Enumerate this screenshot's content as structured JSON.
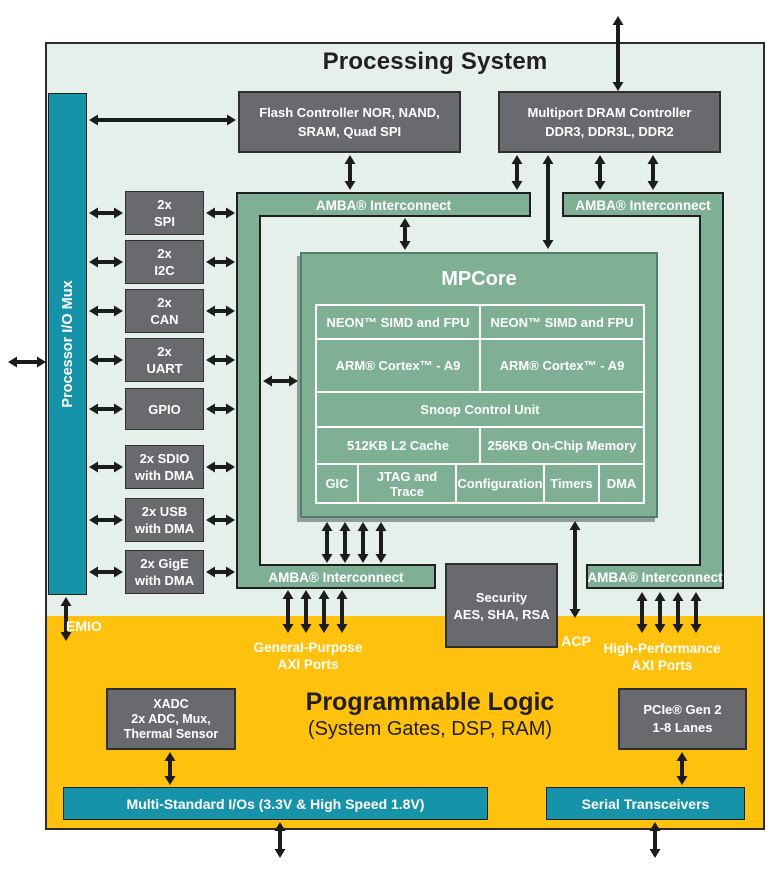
{
  "diagram": {
    "ps": {
      "title": "Processing System"
    },
    "pl": {
      "title": "Programmable Logic",
      "subtitle": "(System Gates, DSP, RAM)"
    },
    "io_mux_label": "Processor I/O Mux",
    "flash_controller": {
      "line1": "Flash Controller NOR, NAND,",
      "line2": "SRAM, Quad SPI"
    },
    "dram_controller": {
      "line1": "Multiport DRAM Controller",
      "line2": "DDR3, DDR3L, DDR2"
    },
    "amba_label": "AMBA® Interconnect",
    "peripherals": [
      {
        "line1": "2x",
        "line2": "SPI"
      },
      {
        "line1": "2x",
        "line2": "I2C"
      },
      {
        "line1": "2x",
        "line2": "CAN"
      },
      {
        "line1": "2x",
        "line2": "UART"
      },
      {
        "line1": "GPIO",
        "line2": ""
      },
      {
        "line1": "2x SDIO",
        "line2": "with DMA"
      },
      {
        "line1": "2x USB",
        "line2": "with DMA"
      },
      {
        "line1": "2x GigE",
        "line2": "with DMA"
      }
    ],
    "mpcore": {
      "title": "MPCore",
      "neon": "NEON™ SIMD and FPU",
      "arm": "ARM® Cortex™ - A9",
      "scu": "Snoop Control Unit",
      "l2": "512KB L2 Cache",
      "ocm": "256KB On-Chip Memory",
      "row": [
        "GIC",
        "JTAG and Trace",
        "Configuration",
        "Timers",
        "DMA"
      ]
    },
    "security": {
      "line1": "Security",
      "line2": "AES, SHA, RSA"
    },
    "ports": {
      "emio": "EMIO",
      "gp_line1": "General-Purpose",
      "gp_line2": "AXI Ports",
      "acp": "ACP",
      "hp_line1": "High-Performance",
      "hp_line2": "AXI Ports"
    },
    "xadc": {
      "line1": "XADC",
      "line2": "2x ADC, Mux,",
      "line3": "Thermal Sensor"
    },
    "pcie": {
      "line1": "PCIe® Gen 2",
      "line2": "1-8 Lanes"
    },
    "io_bar_label": "Multi-Standard I/Os (3.3V & High Speed 1.8V)",
    "serial_bar_label": "Serial Transceivers",
    "colors": {
      "ps_bg": "#e4f0e9",
      "pl_bg": "#fec10d",
      "green": "#7fb096",
      "green_dark": "#50806d",
      "teal": "#1793a9",
      "gray": "#696a6d",
      "text_dark": "#231f20",
      "arrow": "#1c1c1c"
    }
  }
}
